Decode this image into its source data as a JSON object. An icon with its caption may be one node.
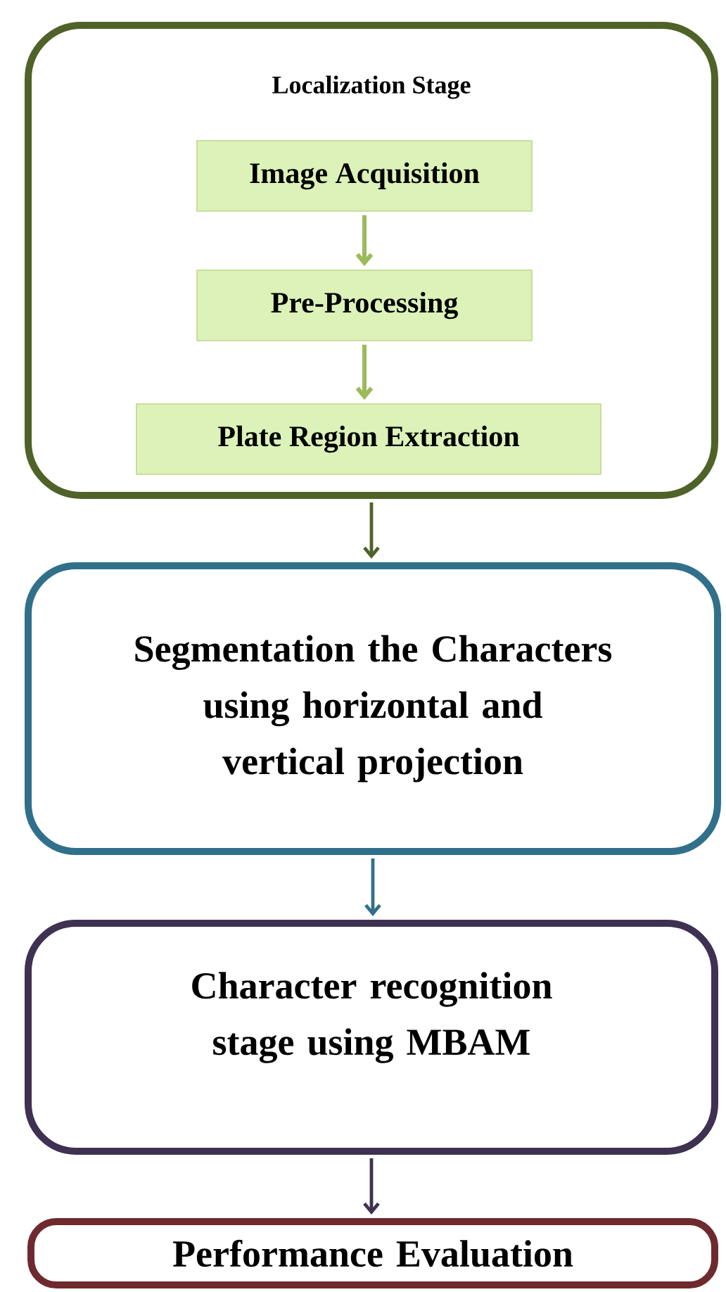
{
  "diagram": {
    "nodes": [
      {
        "text": [
          "Localization Stage"
        ]
      },
      {
        "text": [
          "Image Acquisition"
        ],
        "in": 0
      },
      {
        "text": [
          "Pre-Processing"
        ],
        "in": 0
      },
      {
        "text": [
          "Plate Region Extraction"
        ],
        "in": 0
      },
      {
        "text": [
          "Segmentation the Characters using horizontal and vertical projection"
        ]
      },
      {
        "text": [
          "Character recognition stage using MBAM"
        ]
      },
      {
        "text": [
          "Performance Evaluation"
        ]
      }
    ],
    "edges": [
      {
        "from": 1,
        "to": 2,
        "arrow": "to",
        "color": "#9bbb59"
      },
      {
        "from": 2,
        "to": 3,
        "arrow": "to",
        "color": "#9bbb59"
      },
      {
        "from": 0,
        "to": 4,
        "arrow": "to",
        "color": "#4f6228"
      },
      {
        "from": 4,
        "to": 5,
        "arrow": "to",
        "color": "#31708a"
      },
      {
        "from": 5,
        "to": 6,
        "arrow": "to",
        "color": "#3f3151"
      }
    ]
  }
}
